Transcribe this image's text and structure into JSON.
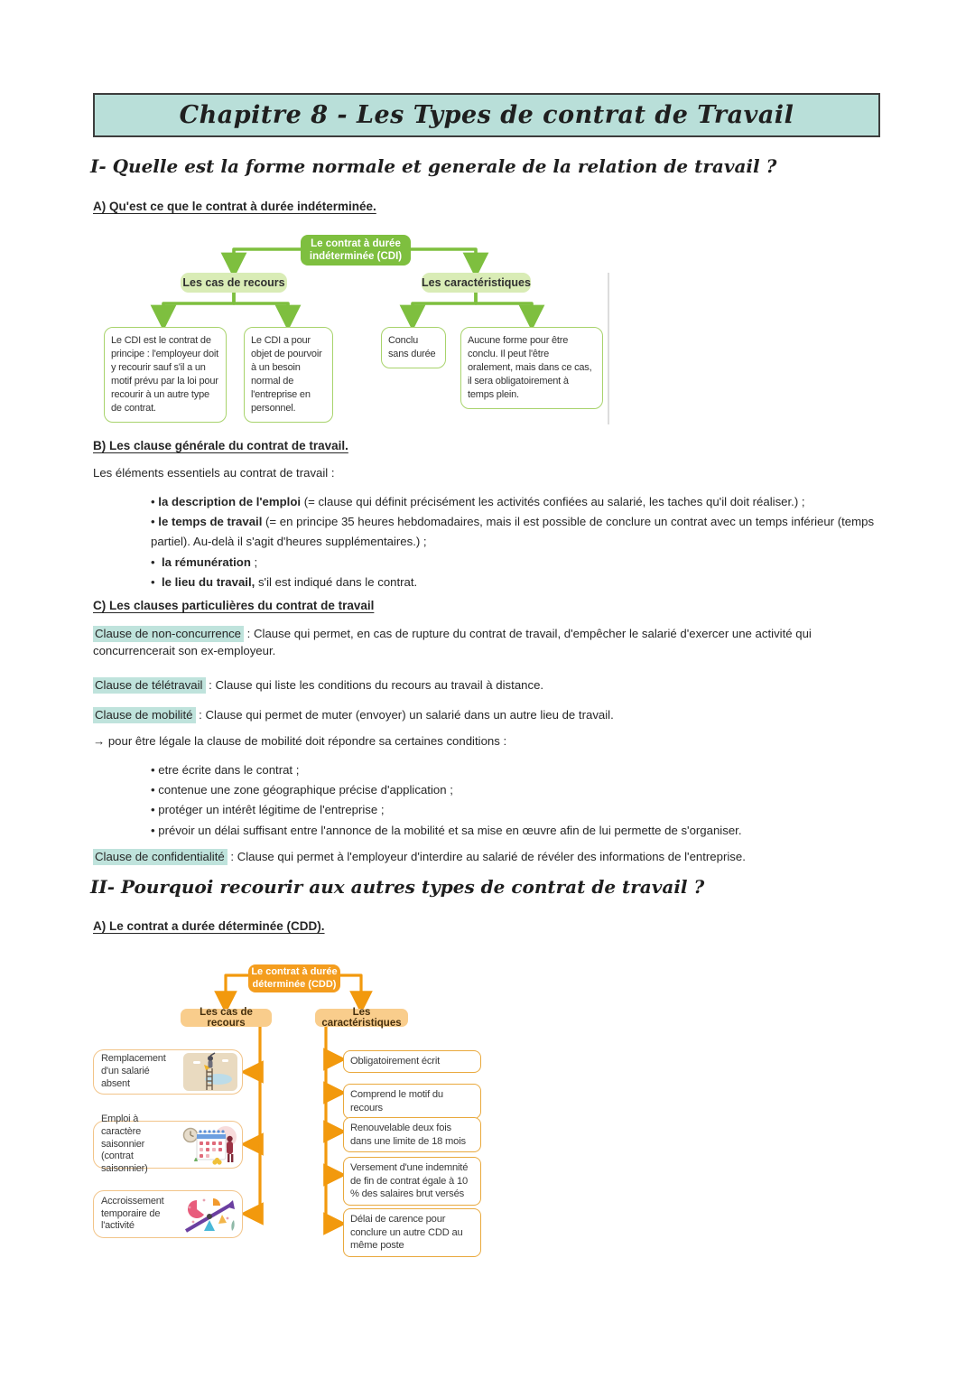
{
  "banner": {
    "title": "Chapitre 8 - Les Types de contrat de Travail"
  },
  "colors": {
    "banner-bg": "#b9dfd9",
    "banner-border": "#3d3d3d",
    "highlight": "#bfe3dc",
    "green": "#7ebf3f",
    "green-light": "#d9ecb6",
    "green-leaf-border": "#a8d36c",
    "orange": "#f49d1e",
    "orange-arrow": "#f2990d",
    "orange-light": "#f9cd8c",
    "orange-leaf-border": "#e9a93d",
    "orange-case-border": "#f2c489",
    "text": "#262626"
  },
  "s1": {
    "heading": "I- Quelle est la forme normale et generale de la relation de travail ?",
    "partA": {
      "heading": "A) Qu'est ce que le contrat à durée indéterminée.",
      "chart": {
        "root": "Le contrat à durée indéterminée (CDI)",
        "branch_left": "Les cas de recours",
        "branch_right": "Les caractéristiques",
        "leaf1": "Le CDI est le contrat de principe : l'employeur doit y recourir sauf s'il a un motif prévu par la loi pour recourir à un autre type de contrat.",
        "leaf2": "Le CDI a pour objet de pourvoir à un besoin normal de l'entreprise en personnel.",
        "leaf3": "Conclu sans durée",
        "leaf4": "Aucune forme pour être conclu. Il peut l'être oralement, mais dans ce cas, il sera obligatoirement à temps plein."
      }
    },
    "partB": {
      "heading": "B) Les clause générale du contrat de travail.",
      "intro": "Les éléments essentiels au contrat de travail :",
      "bullets": [
        {
          "bold": "la description de l'emploi",
          "rest": " (= clause qui définit précisément les activités confiées au salarié, les taches qu'il doit réaliser.) ;"
        },
        {
          "bold": "le temps de travail",
          "rest": " (= en principe 35 heures hebdomadaires, mais il est possible de conclure un contrat avec un temps inférieur (temps partiel). Au-delà il s'agit d'heures supplémentaires.) ;"
        },
        {
          "bold": "la rémunération",
          "rest": " ;"
        },
        {
          "bold": "le lieu du travail,",
          "rest": " s'il est indiqué dans le contrat."
        }
      ]
    },
    "partC": {
      "heading": "C) Les clauses particulières du contrat de travail",
      "clause1": {
        "name": "Clause de non-concurrence",
        "rest": " : Clause qui permet, en cas de rupture du contrat de travail, d'empêcher le salarié d'exercer une activité qui concurrencerait son ex-employeur."
      },
      "clause2": {
        "name": "Clause de télétravail",
        "rest": " : Clause qui liste les conditions du recours au travail à distance."
      },
      "clause3": {
        "name": "Clause de mobilité",
        "rest": " : Clause qui permet de muter (envoyer) un salarié dans un autre lieu de travail."
      },
      "mobility_note": "→ pour être légale la clause de mobilité doit répondre sa certaines conditions :",
      "mobility_bullets": [
        "etre écrite dans le contrat ;",
        "contenue une zone géographique précise d'application ;",
        "protéger un intérêt légitime de l'entreprise ;",
        "prévoir un délai suffisant entre l'annonce de la mobilité et sa mise en œuvre afin de lui permette de s'organiser."
      ],
      "clause4": {
        "name": "Clause de confidentialité",
        "rest": " : Clause qui permet à l'employeur d'interdire au salarié de révéler des informations de l'entreprise."
      }
    }
  },
  "s2": {
    "heading": "II- Pourquoi recourir aux autres types de contrat de travail ?",
    "partA": {
      "heading": "A) Le contrat a durée déterminée (CDD).",
      "chart": {
        "root": "Le contrat à durée déterminée (CDD)",
        "branch_left": "Les cas de recours",
        "branch_right": "Les caractéristiques",
        "cases": [
          {
            "label": "Remplacement d'un salarié absent",
            "icon": "ladder-lookout-illustration"
          },
          {
            "label": "Emploi à caractère saisonnier (contrat saisonnier)",
            "icon": "calendar-clock-illustration"
          },
          {
            "label": "Accroissement temporaire de l'activité",
            "icon": "growth-arrow-illustration"
          }
        ],
        "characteristics": [
          "Obligatoirement écrit",
          "Comprend le motif du recours",
          "Renouvelable deux fois dans une limite de 18 mois",
          "Versement d'une indemnité de fin de contrat égale à 10 % des salaires brut versés",
          "Délai de carence pour conclure un autre CDD au même poste"
        ]
      }
    }
  }
}
